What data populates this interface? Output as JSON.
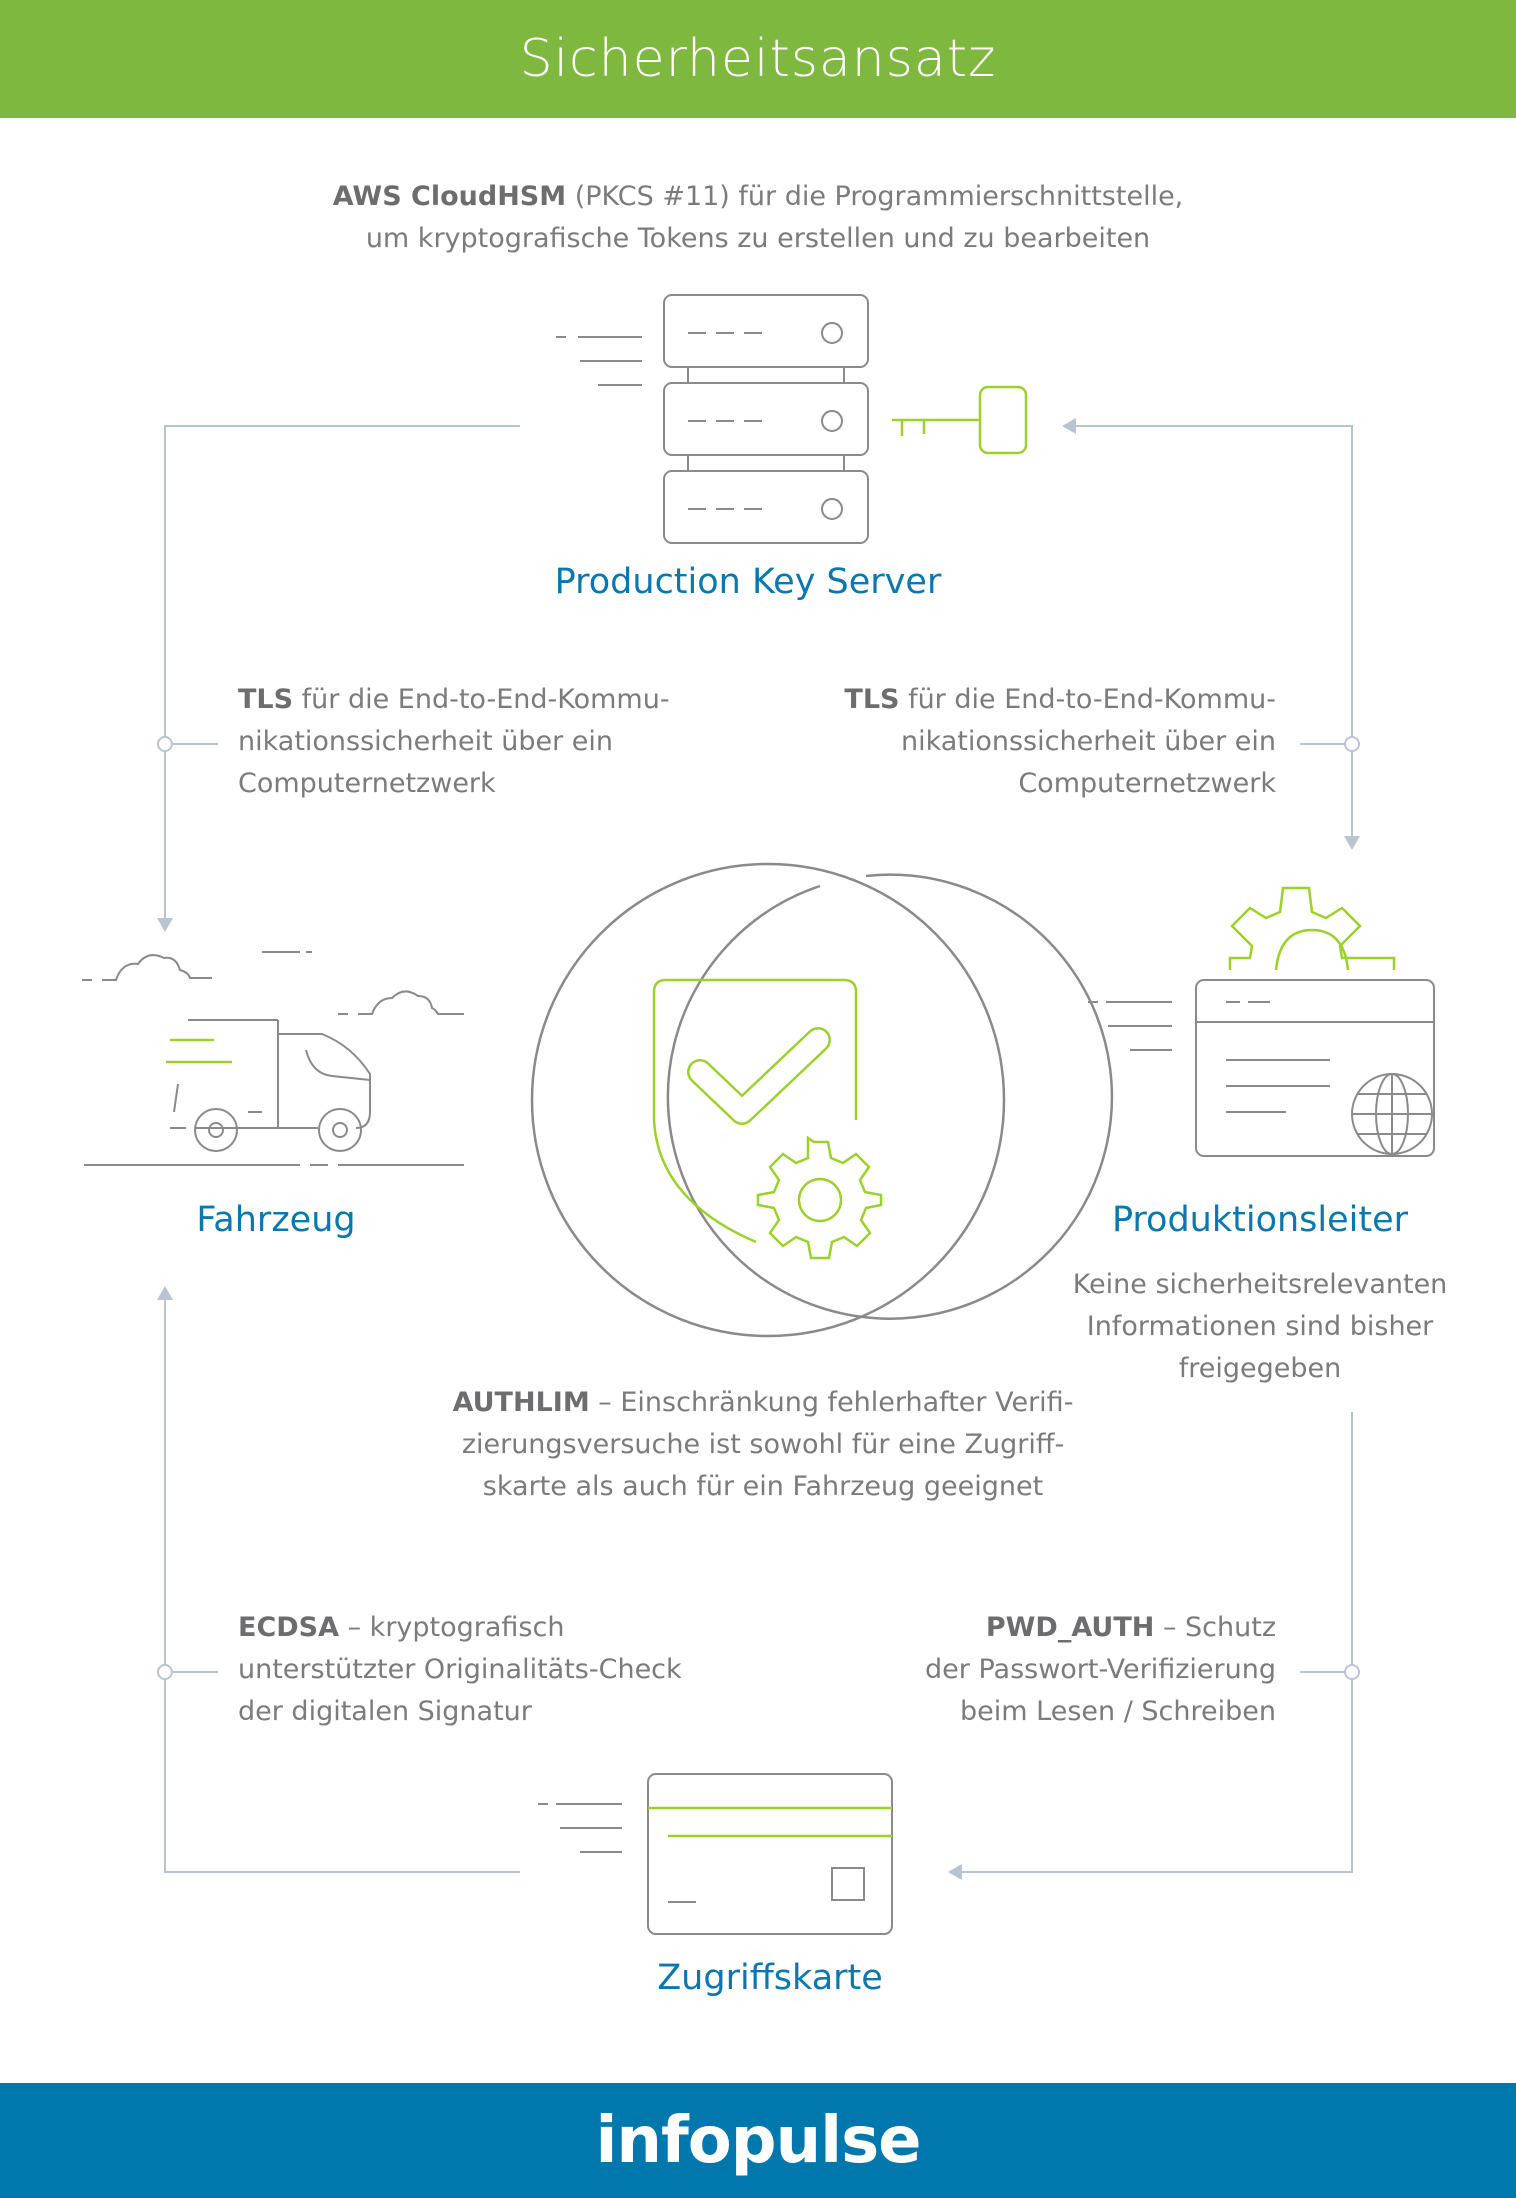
{
  "header": {
    "title": "Sicherheitsansatz"
  },
  "top_note": {
    "bold": "AWS CloudHSM",
    "line1_rest": " (PKCS #11) für die Programmierschnittstelle,",
    "line2": "um kryptografische Tokens zu erstellen und zu bearbeiten"
  },
  "nodes": {
    "server": "Production Key Server",
    "vehicle": "Fahrzeug",
    "manager": "Produktionsleiter",
    "card": "Zugriffskarte"
  },
  "manager_note": {
    "line1": "Keine sicherheitsrelevanten",
    "line2": "Informationen sind bisher",
    "line3": "freigegeben"
  },
  "tls_left": {
    "bold": "TLS",
    "line1_rest": " für die End-to-End-Kommu-",
    "line2": "nikationssicherheit über ein",
    "line3": "Computernetzwerk"
  },
  "tls_right": {
    "bold": "TLS",
    "line1_rest": " für die End-to-End-Kommu-",
    "line2": "nikationssicherheit über ein",
    "line3": "Computernetzwerk"
  },
  "authlim": {
    "bold": "AUTHLIM",
    "line1_rest": " – Einschränkung fehlerhafter Verifi-",
    "line2": "zierungsversuche ist sowohl für eine Zugriff-",
    "line3": "skarte als auch für ein Fahrzeug geeignet"
  },
  "ecdsa": {
    "bold": "ECDSA",
    "line1_rest": " – kryptografisch",
    "line2": "unterstützter Originalitäts-Check",
    "line3": "der digitalen Signatur"
  },
  "pwd_auth": {
    "bold": "PWD_AUTH",
    "line1_rest": " – Schutz",
    "line2": "der Passwort-Verifizierung",
    "line3": "beim Lesen / Schreiben"
  },
  "footer": {
    "logo": "infopulse"
  },
  "colors": {
    "green": "#7fb83e",
    "blue": "#0077ad",
    "connector": "#b8c4cf",
    "icon_gray": "#8a8a8c",
    "icon_green": "#9bd12a"
  }
}
